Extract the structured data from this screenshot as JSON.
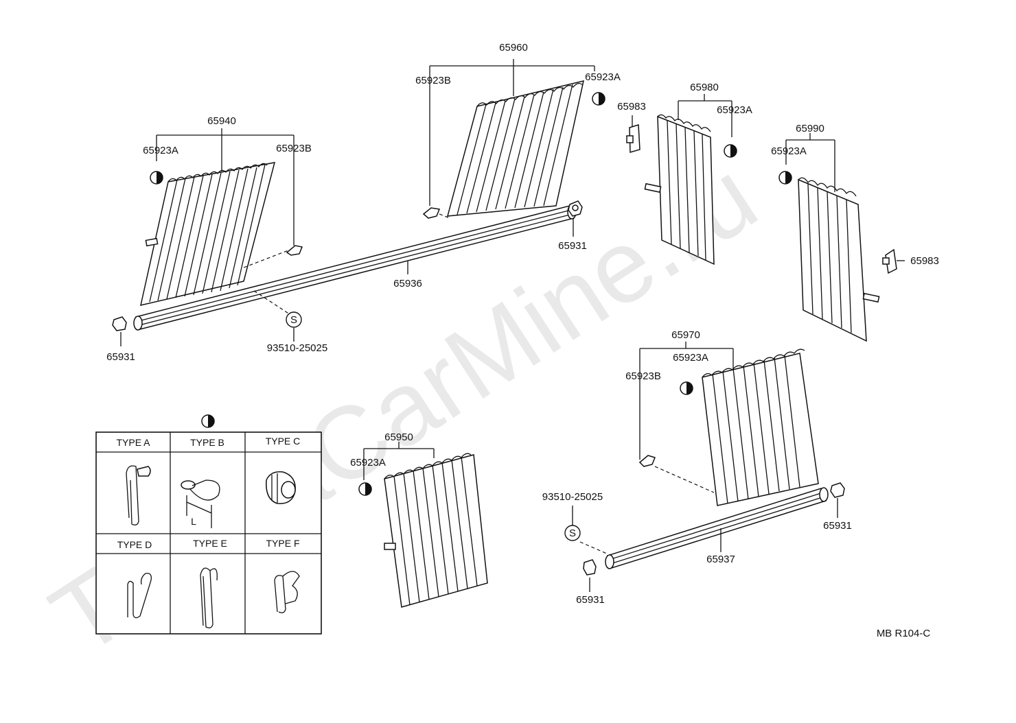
{
  "watermark": "ToyotaCarMine.ru",
  "diagram_code": "MB R104-C",
  "callouts": {
    "p65960": "65960",
    "p65923b_a": "65923B",
    "p65923a_a": "65923A",
    "p65940": "65940",
    "p65923a_b": "65923A",
    "p65923b_b": "65923B",
    "p65931_a": "65931",
    "p65936": "65936",
    "p65931_b": "65931",
    "p93510_a": "93510-25025",
    "p65983_a": "65983",
    "p65980": "65980",
    "p65923a_c": "65923A",
    "p65990": "65990",
    "p65923a_d": "65923A",
    "p65983_b": "65983",
    "p65970": "65970",
    "p65923a_e": "65923A",
    "p65923b_c": "65923B",
    "p65950": "65950",
    "p65923a_f": "65923A",
    "p93510_b": "93510-25025",
    "p65931_c": "65931",
    "p65937": "65937",
    "p65931_d": "65931",
    "s_symbol_a": "S",
    "s_symbol_b": "S"
  },
  "type_table": {
    "headers_top": [
      "TYPE A",
      "TYPE B",
      "TYPE C"
    ],
    "headers_bottom": [
      "TYPE D",
      "TYPE E",
      "TYPE F"
    ],
    "dimension_label": "L"
  }
}
